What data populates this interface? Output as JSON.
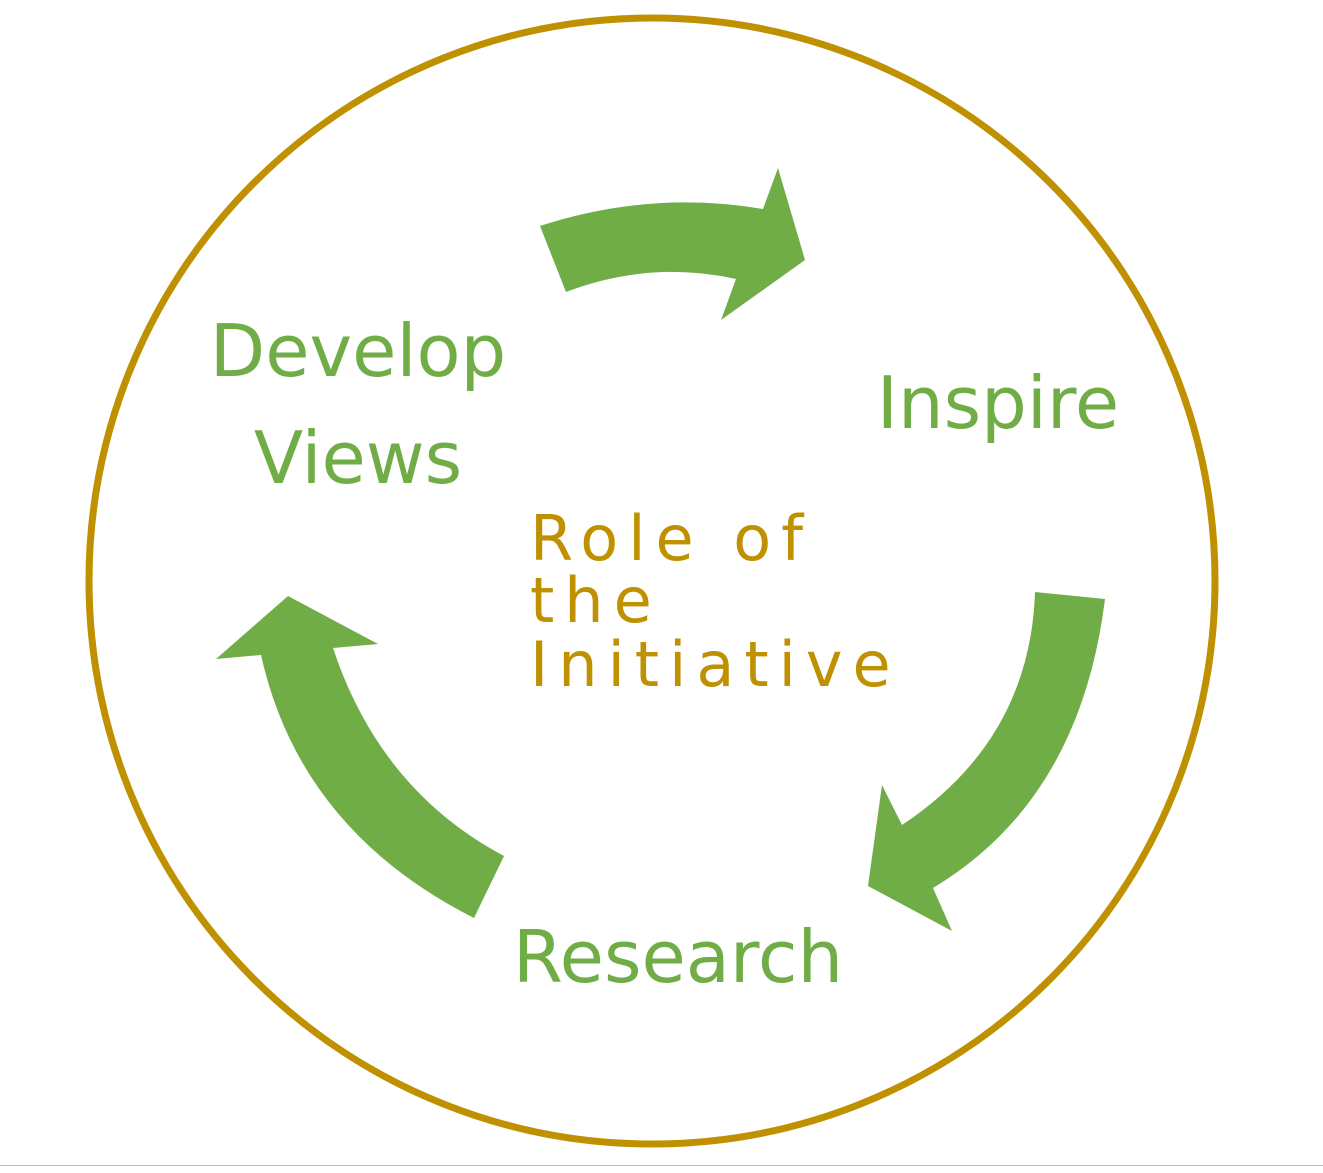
{
  "colors": {
    "ring": "#bf9000",
    "arrow": "#70ad47",
    "stage_text": "#70ad47",
    "center_text": "#bf9000",
    "background": "#ffffff"
  },
  "stages": {
    "develop_line1": "Develop",
    "develop_line2": "Views",
    "inspire": "Inspire",
    "research": "Research"
  },
  "center": {
    "line1": "Role of",
    "line2": "the",
    "line3": "Initiative"
  },
  "arrows": [
    {
      "from": "Develop Views",
      "to": "Inspire"
    },
    {
      "from": "Inspire",
      "to": "Research"
    },
    {
      "from": "Research",
      "to": "Develop Views"
    }
  ]
}
